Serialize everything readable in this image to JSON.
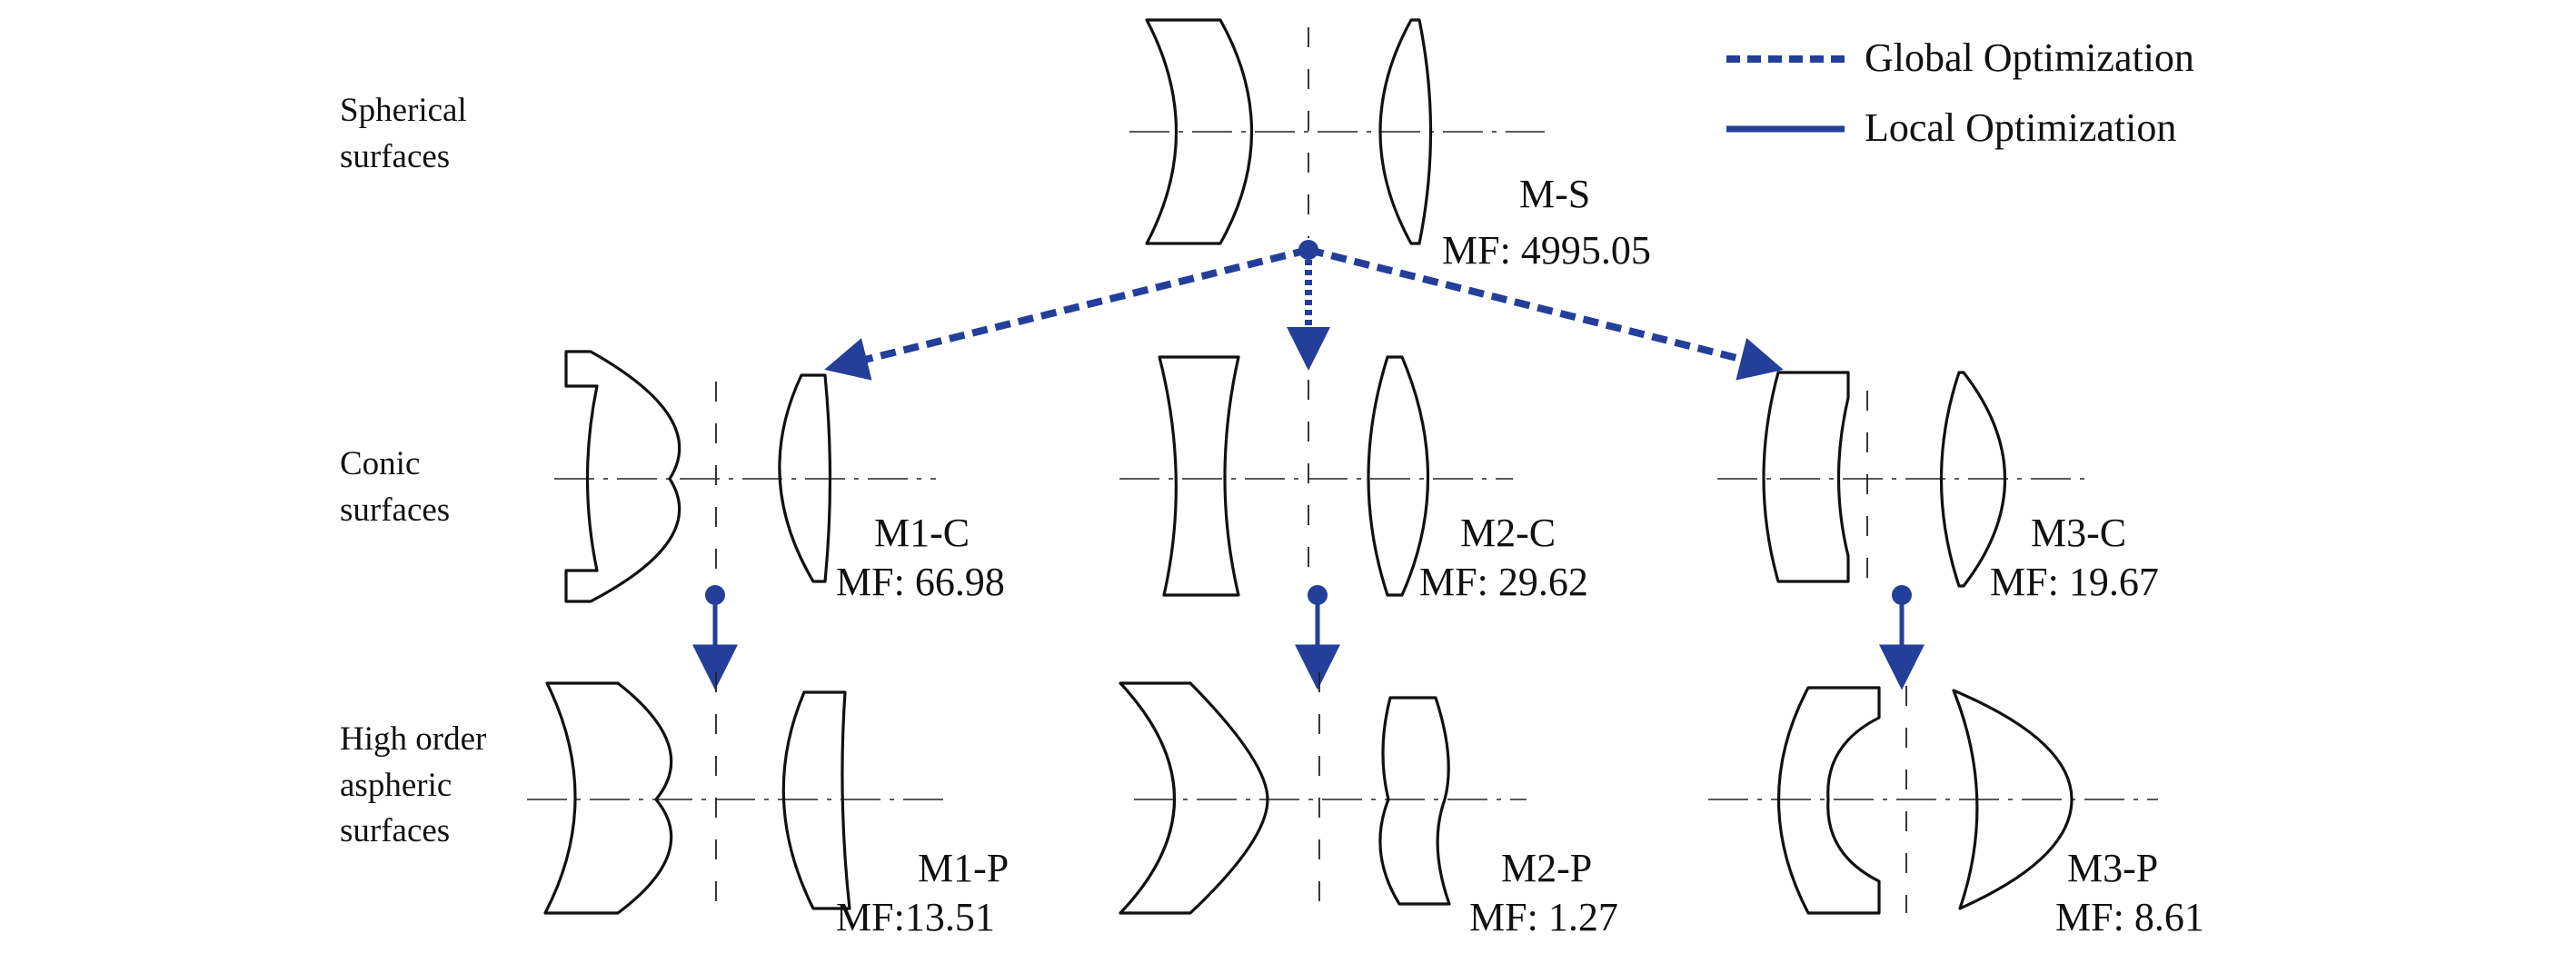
{
  "legend": {
    "global": "Global Optimization",
    "local": "Local Optimization"
  },
  "rows": {
    "spherical": [
      "Spherical",
      "surfaces"
    ],
    "conic": [
      "Conic",
      "surfaces"
    ],
    "aspheric": [
      "High order",
      "aspheric",
      "surfaces"
    ]
  },
  "designs": {
    "ms": {
      "name": "M-S",
      "mf": "MF: 4995.05"
    },
    "m1c": {
      "name": "M1-C",
      "mf": "MF: 66.98"
    },
    "m2c": {
      "name": "M2-C",
      "mf": "MF: 29.62"
    },
    "m3c": {
      "name": "M3-C",
      "mf": "MF: 19.67"
    },
    "m1p": {
      "name": "M1-P",
      "mf": "MF:13.51"
    },
    "m2p": {
      "name": "M2-P",
      "mf": "MF: 1.27"
    },
    "m3p": {
      "name": "M3-P",
      "mf": "MF: 8.61"
    }
  },
  "colors": {
    "arrow": "#233f9a",
    "lens": "#111111"
  }
}
